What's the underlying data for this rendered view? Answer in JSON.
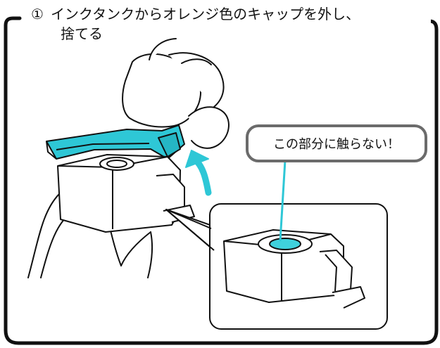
{
  "instruction": {
    "step_number": "①",
    "text_line1": "インクタンクからオレンジ色のキャップを外し、",
    "text_line2": "捨てる"
  },
  "callout": {
    "text": "この部分に触らない！"
  },
  "colors": {
    "accent_cap": "#2ec7d6",
    "ink_port": "#3fd1dc",
    "frame": "#111111",
    "callout_border": "#6b6b6b",
    "arrow": "#2ec7d6"
  },
  "icons": {
    "lift_arrow": "curved-up-arrow-icon",
    "pointer_line": "callout-pointer-line"
  }
}
